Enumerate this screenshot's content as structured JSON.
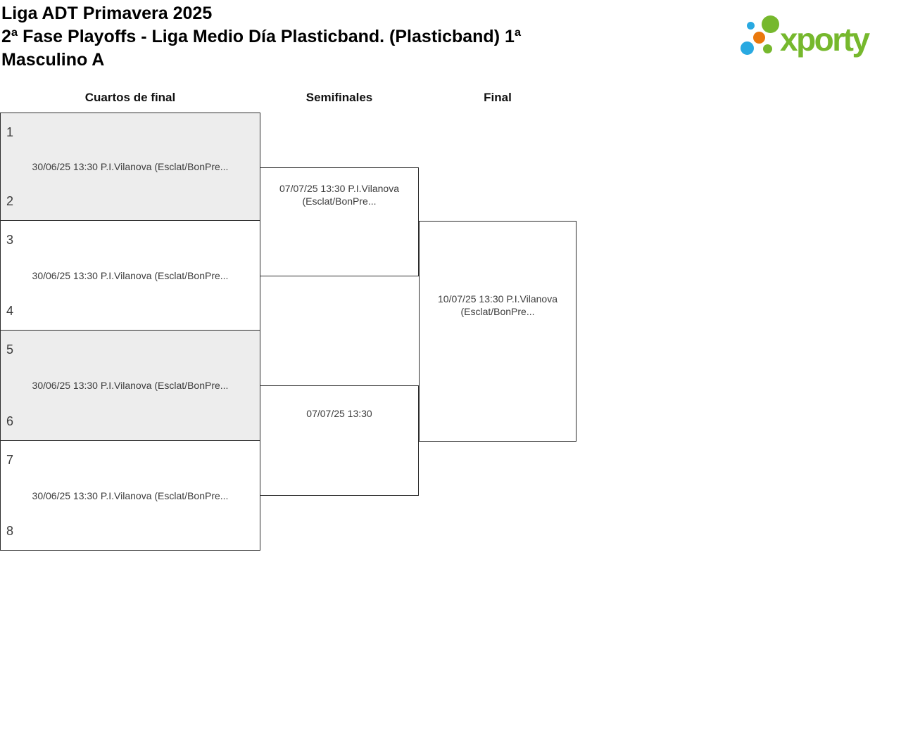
{
  "header": {
    "title_line1": "Liga ADT Primavera 2025",
    "title_line2": "2ª Fase Playoffs - Liga Medio Día Plasticband. (Plasticband) 1ª",
    "title_line3": "Masculino A",
    "logo_text": "xporty"
  },
  "bracket": {
    "rounds": [
      {
        "label": "Cuartos de final"
      },
      {
        "label": "Semifinales"
      },
      {
        "label": "Final"
      }
    ],
    "quarterfinals": [
      {
        "seed_top": "1",
        "seed_bottom": "2",
        "match_label": "30/06/25 13:30 P.I.Vilanova (Esclat/BonPre..."
      },
      {
        "seed_top": "3",
        "seed_bottom": "4",
        "match_label": "30/06/25 13:30 P.I.Vilanova (Esclat/BonPre..."
      },
      {
        "seed_top": "5",
        "seed_bottom": "6",
        "match_label": "30/06/25 13:30 P.I.Vilanova (Esclat/BonPre..."
      },
      {
        "seed_top": "7",
        "seed_bottom": "8",
        "match_label": "30/06/25 13:30 P.I.Vilanova (Esclat/BonPre..."
      }
    ],
    "semifinals": [
      {
        "line1": "07/07/25 13:30 P.I.Vilanova",
        "line2": "(Esclat/BonPre..."
      },
      {
        "line1": "07/07/25 13:30",
        "line2": ""
      }
    ],
    "final": {
      "line1": "10/07/25 13:30 P.I.Vilanova",
      "line2": "(Esclat/BonPre..."
    }
  },
  "colors": {
    "logo_green": "#76b82d",
    "logo_blue": "#29a9e1",
    "logo_orange": "#ea780c",
    "box_shaded": "#ededed",
    "border": "#2b2b2b",
    "text_match": "#3c3c3c"
  }
}
